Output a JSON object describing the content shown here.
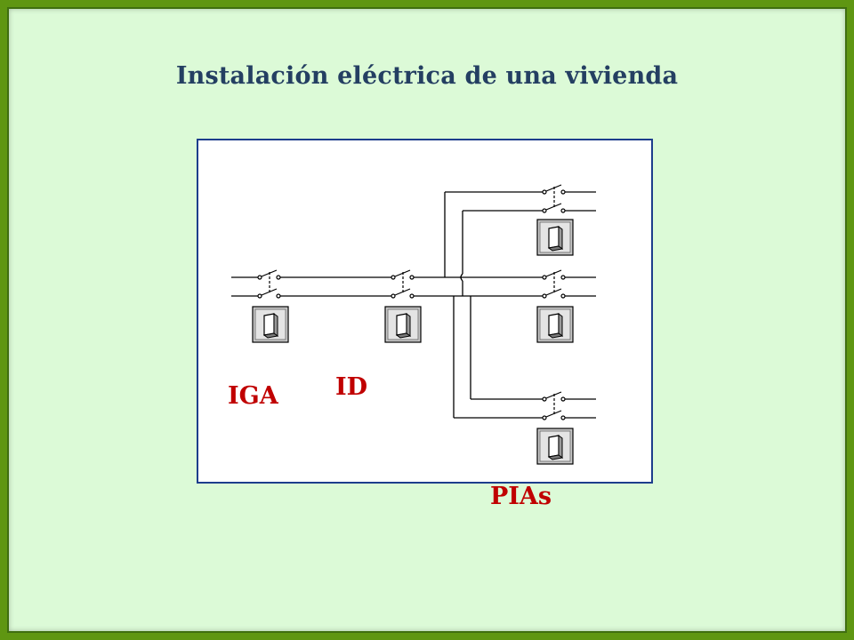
{
  "title": "Instalación eléctrica de una vivienda",
  "labels": {
    "iga": "IGA",
    "id": "ID",
    "pias": "PIAs"
  },
  "colors": {
    "background_outer": "#5f9612",
    "panel": "#dcfad7",
    "title": "#243f62",
    "labels": "#c00000",
    "diagram_border": "#1d3d8c",
    "wire": "#000000"
  },
  "icons": [
    "breaker-switch-icon",
    "contact-switch-icon"
  ]
}
